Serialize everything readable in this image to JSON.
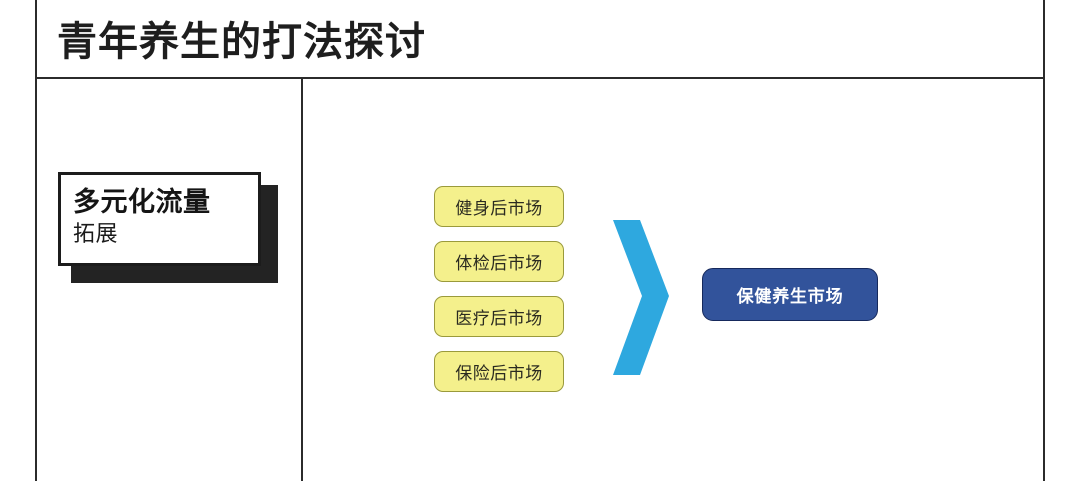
{
  "slide": {
    "title": "青年养生的打法探讨",
    "section_label": {
      "line1": "多元化流量",
      "line2": "拓展"
    },
    "diagram": {
      "source_chips": [
        {
          "label": "健身后市场"
        },
        {
          "label": "体检后市场"
        },
        {
          "label": "医疗后市场"
        },
        {
          "label": "保险后市场"
        }
      ],
      "arrow_icon": "chevron-right-icon",
      "destination": {
        "label": "保健养生市场"
      }
    }
  },
  "colors": {
    "frame_line": "#2b2b2b",
    "title_text": "#1e1e1e",
    "label_card_border": "#1c1c1c",
    "label_card_shadow": "#232323",
    "chip_fill": "#F4F08C",
    "chip_border": "#9a9a3b",
    "chevron": "#2EA8DF",
    "destination_fill": "#32539B",
    "destination_border": "#16295c",
    "destination_text": "#ffffff"
  }
}
